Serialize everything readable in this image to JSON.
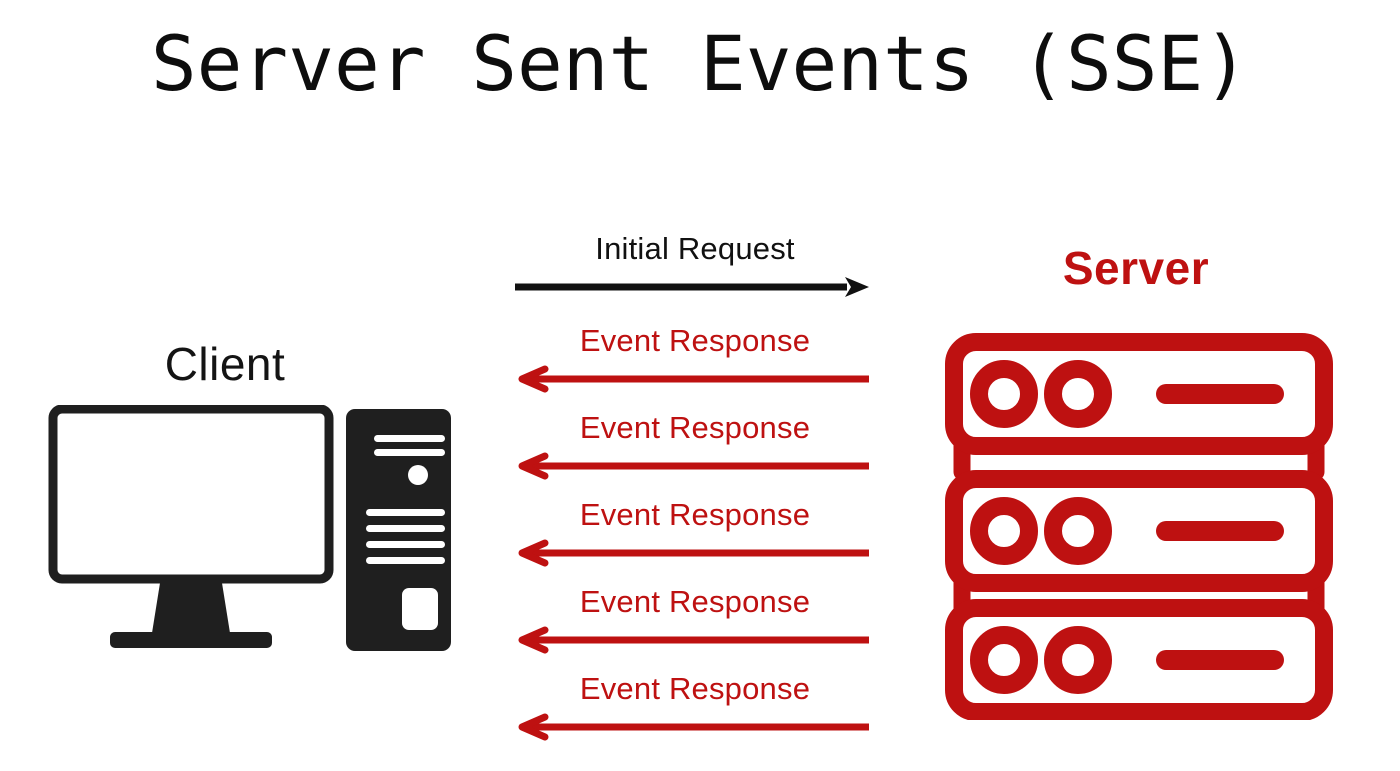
{
  "page": {
    "title": "Server Sent Events (SSE)",
    "background_color": "#ffffff"
  },
  "colors": {
    "accent_red": "#BE1111",
    "ink_black": "#111111",
    "tower_dark": "#1f1f1f"
  },
  "client": {
    "label": "Client",
    "icon": "desktop-computer-icon",
    "parts": [
      "monitor",
      "tower"
    ]
  },
  "server": {
    "label": "Server",
    "icon": "server-rack-icon",
    "unit_count": 3,
    "label_color": "#BE1111"
  },
  "flow": {
    "rows": [
      {
        "caption": "Initial Request",
        "direction": "right",
        "color": "#111111",
        "arrowhead": "solid-triangle"
      },
      {
        "caption": "Event Response",
        "direction": "left",
        "color": "#BE1111",
        "arrowhead": "chevron"
      },
      {
        "caption": "Event Response",
        "direction": "left",
        "color": "#BE1111",
        "arrowhead": "chevron"
      },
      {
        "caption": "Event Response",
        "direction": "left",
        "color": "#BE1111",
        "arrowhead": "chevron"
      },
      {
        "caption": "Event Response",
        "direction": "left",
        "color": "#BE1111",
        "arrowhead": "chevron"
      },
      {
        "caption": "Event Response",
        "direction": "left",
        "color": "#BE1111",
        "arrowhead": "chevron"
      }
    ]
  }
}
